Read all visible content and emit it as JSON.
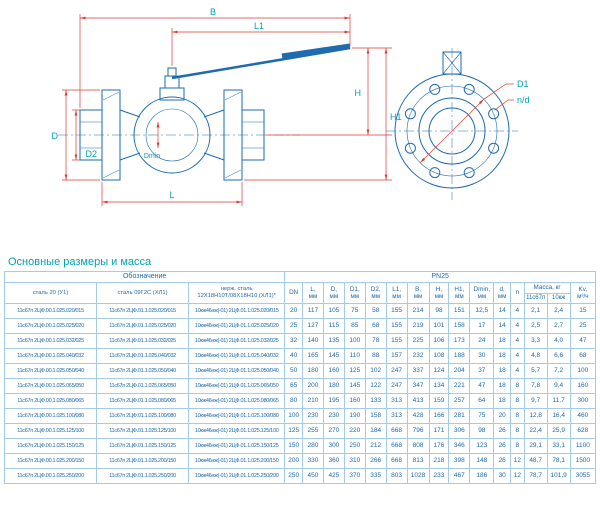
{
  "title": "Основные размеры и масса",
  "drawing": {
    "labels": {
      "b": "B",
      "l1": "L1",
      "h": "H",
      "h1": "H1",
      "d": "D",
      "d2": "D2",
      "l": "L",
      "dmin": "Dmin",
      "d1": "D1",
      "nd": "n/d"
    }
  },
  "table": {
    "designation_header": "Обозначение",
    "pn_header": "PN25",
    "steel_columns": [
      "сталь 20 (У1)",
      "сталь 09Г2С (ХЛ1)",
      "нерж. сталь\n12Х18Н10Т/08Х18Н10 (ХЛ1)*"
    ],
    "dim_columns": [
      [
        "DN",
        ""
      ],
      [
        "L,",
        "мм"
      ],
      [
        "D,",
        "мм"
      ],
      [
        "D1,",
        "мм"
      ],
      [
        "D2,",
        "мм"
      ],
      [
        "L1,",
        "мм"
      ],
      [
        "B,",
        "мм"
      ],
      [
        "H,",
        "мм"
      ],
      [
        "H1,",
        "мм"
      ],
      [
        "Dmin,",
        "мм"
      ],
      [
        "d,",
        "мм"
      ],
      [
        "n",
        ""
      ]
    ],
    "mass_header": "Масса, кг",
    "mass_sub_columns": [
      "11с67п",
      "10кж"
    ],
    "kv_header": [
      "Kv,",
      "м³/ч"
    ],
    "rows": [
      [
        "11с67п 2ЦФ.00.1.025.020/015",
        "11с67п 2ЦФ.01.1.025.020/015",
        "10кж46нж(-01) 2ЦФ.01.1.025.020/015",
        "20",
        "117",
        "105",
        "75",
        "58",
        "155",
        "214",
        "98",
        "151",
        "12,5",
        "14",
        "4",
        "2,1",
        "2,4",
        "15"
      ],
      [
        "11с67п 2ЦФ.00.1.025.025/020",
        "11с67п 2ЦФ.01.1.025.025/020",
        "10кж46нж(-01) 2ЦФ.01.1.025.025/020",
        "25",
        "127",
        "115",
        "85",
        "68",
        "155",
        "219",
        "101",
        "158",
        "17",
        "14",
        "4",
        "2,5",
        "2,7",
        "25"
      ],
      [
        "11с67п 2ЦФ.00.1.025.032/025",
        "11с67п 2ЦФ.01.1.025.032/025",
        "10кж46нж(-01) 2ЦФ.01.1.025.032/025",
        "32",
        "140",
        "135",
        "100",
        "78",
        "155",
        "225",
        "106",
        "173",
        "24",
        "18",
        "4",
        "3,3",
        "4,0",
        "47"
      ],
      [
        "11с67п 2ЦФ.00.1.025.040/032",
        "11с67п 2ЦФ.01.1.025.040/032",
        "10кж46нж(-01) 2ЦФ.01.1.025.040/032",
        "40",
        "165",
        "145",
        "110",
        "88",
        "157",
        "232",
        "108",
        "188",
        "30",
        "18",
        "4",
        "4,8",
        "6,6",
        "68"
      ],
      [
        "11с67п 2ЦФ.00.1.025.050/040",
        "11с67п 2ЦФ.01.1.025.050/040",
        "10кж46нж(-01) 2ЦФ.01.1.025.050/040",
        "50",
        "180",
        "160",
        "125",
        "102",
        "247",
        "337",
        "124",
        "204",
        "37",
        "18",
        "4",
        "5,7",
        "7,2",
        "100"
      ],
      [
        "11с67п 2ЦФ.00.1.025.065/050",
        "11с67п 2ЦФ.01.1.025.065/050",
        "10кж46нж(-01) 2ЦФ.01.1.025.065/050",
        "65",
        "200",
        "180",
        "145",
        "122",
        "247",
        "347",
        "134",
        "221",
        "47",
        "18",
        "8",
        "7,8",
        "9,4",
        "160"
      ],
      [
        "11с67п 2ЦФ.00.1.025.080/065",
        "11с67п 2ЦФ.01.1.025.080/065",
        "10кж46нж(-01) 2ЦФ.01.1.025.080/065",
        "80",
        "210",
        "195",
        "160",
        "133",
        "313",
        "413",
        "159",
        "257",
        "64",
        "18",
        "8",
        "9,7",
        "11,7",
        "300"
      ],
      [
        "11с67п 2ЦФ.00.1.025.100/080",
        "11с67п 2ЦФ.01.1.025.100/080",
        "10кж46нж(-01) 2ЦФ.01.1.025.100/080",
        "100",
        "230",
        "230",
        "190",
        "158",
        "313",
        "428",
        "166",
        "281",
        "75",
        "20",
        "8",
        "12,8",
        "16,4",
        "460"
      ],
      [
        "11с67п 2ЦФ.00.1.025.125/100",
        "11с67п 2ЦФ.01.1.025.125/100",
        "10кж46нж(-01) 2ЦФ.01.1.025.125/100",
        "125",
        "255",
        "270",
        "220",
        "184",
        "668",
        "796",
        "171",
        "306",
        "98",
        "26",
        "8",
        "22,4",
        "25,9",
        "628"
      ],
      [
        "11с67п 2ЦФ.00.1.025.150/125",
        "11с67п 2ЦФ.01.1.025.150/125",
        "10кж46нж(-01) 2ЦФ.01.1.025.150/125",
        "150",
        "280",
        "300",
        "250",
        "212",
        "668",
        "808",
        "176",
        "346",
        "123",
        "26",
        "8",
        "29,1",
        "33,1",
        "1100"
      ],
      [
        "11с67п 2ЦФ.00.1.025.200/150",
        "11с67п 2ЦФ.01.1.025.200/150",
        "10кж46нж(-01) 2ЦФ.01.1.025.200/150",
        "200",
        "330",
        "360",
        "310",
        "266",
        "668",
        "813",
        "218",
        "398",
        "148",
        "26",
        "12",
        "48,7",
        "78,1",
        "1500"
      ],
      [
        "11с67п 2ЦФ.00.1.025.250/200",
        "11с67п 2ЦФ.01.1.025.250/200",
        "10кж46нж(-01) 2ЦФ.01.1.025.250/200",
        "250",
        "450",
        "425",
        "370",
        "335",
        "803",
        "1028",
        "233",
        "467",
        "186",
        "30",
        "12",
        "78,7",
        "101,9",
        "3055"
      ]
    ]
  }
}
